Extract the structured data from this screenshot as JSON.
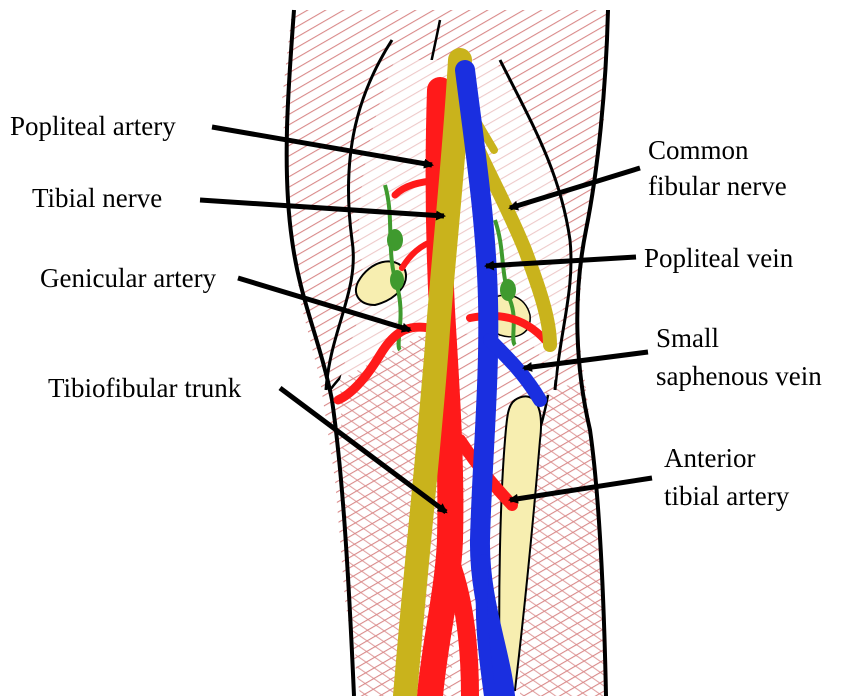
{
  "labels": {
    "popliteal_artery": "Popliteal artery",
    "tibial_nerve": "Tibial nerve",
    "genicular_artery": "Genicular artery",
    "tibiofibular_trunk": "Tibiofibular trunk",
    "common_fibular_nerve_1": "Common",
    "common_fibular_nerve_2": "fibular nerve",
    "popliteal_vein": "Popliteal vein",
    "small_saphenous_vein_1": "Small",
    "small_saphenous_vein_2": "saphenous vein",
    "anterior_tibial_artery_1": "Anterior",
    "anterior_tibial_artery_2": "tibial artery"
  },
  "colors": {
    "artery": "#ff1a1a",
    "vein": "#1a2fe0",
    "nerve": "#c9b31c",
    "genicular_nerve": "#3f9a2e",
    "fat": "#f7eeb0",
    "muscle": "#d98a8a",
    "outline": "#000000"
  }
}
